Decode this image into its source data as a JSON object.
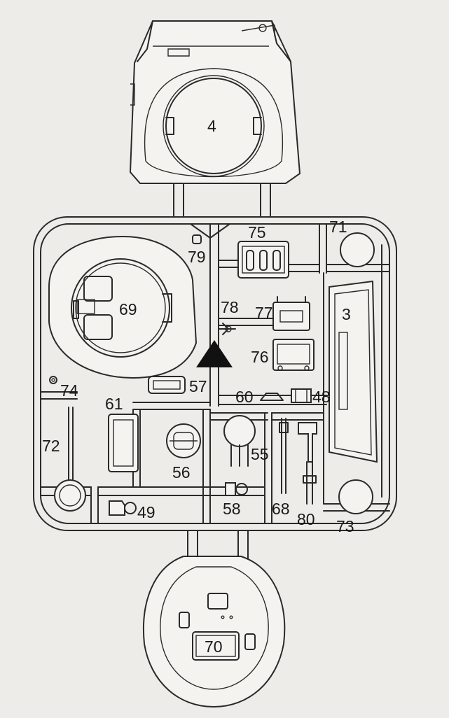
{
  "part_labels": {
    "p4": "4",
    "p75": "75",
    "p71": "71",
    "p79": "79",
    "p69": "69",
    "p78": "78",
    "p77": "77",
    "p3": "3",
    "p76": "76",
    "p74": "74",
    "p57": "57",
    "p61": "61",
    "p60": "60",
    "p48": "48",
    "p72": "72",
    "p55": "55",
    "p56": "56",
    "p49": "49",
    "p58": "58",
    "p68": "68",
    "p80": "80",
    "p73": "73",
    "p70": "70"
  },
  "colors": {
    "line": "#2a2a2a",
    "paper": "#eeece8",
    "marker": "#111111"
  }
}
